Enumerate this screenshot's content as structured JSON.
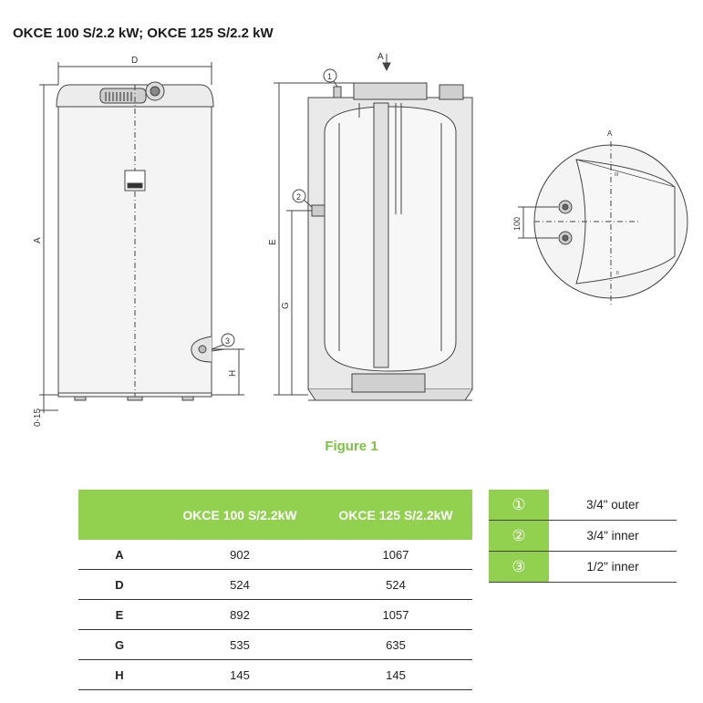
{
  "title": "OKCE 100 S/2.2 kW; OKCE 125 S/2.2 kW",
  "drawing": {
    "dim_D": "D",
    "dim_A_left": "A",
    "dim_0_15": "0-15",
    "dim_H": "H",
    "dim_E": "E",
    "dim_G": "G",
    "arrow_A": "A",
    "top_view_A": "A",
    "dim_100": "100",
    "callout_1": "1",
    "callout_2": "2",
    "callout_3": "3",
    "top_mark_1": "III",
    "top_mark_2": "II"
  },
  "figure_caption": "Figure 1",
  "dims_table": {
    "headers": [
      "",
      "OKCE 100 S/2.2kW",
      "OKCE 125 S/2.2kW"
    ],
    "rows": [
      {
        "label": "A",
        "v1": "902",
        "v2": "1067"
      },
      {
        "label": "D",
        "v1": "524",
        "v2": "524"
      },
      {
        "label": "E",
        "v1": "892",
        "v2": "1057"
      },
      {
        "label": "G",
        "v1": "535",
        "v2": "635"
      },
      {
        "label": "H",
        "v1": "145",
        "v2": "145"
      }
    ]
  },
  "connections_table": [
    {
      "num": "①",
      "value": "3/4\" outer"
    },
    {
      "num": "②",
      "value": "3/4\" inner"
    },
    {
      "num": "③",
      "value": "1/2\" inner"
    }
  ],
  "colors": {
    "accent_green": "#92d050",
    "caption_green": "#7bc142"
  }
}
